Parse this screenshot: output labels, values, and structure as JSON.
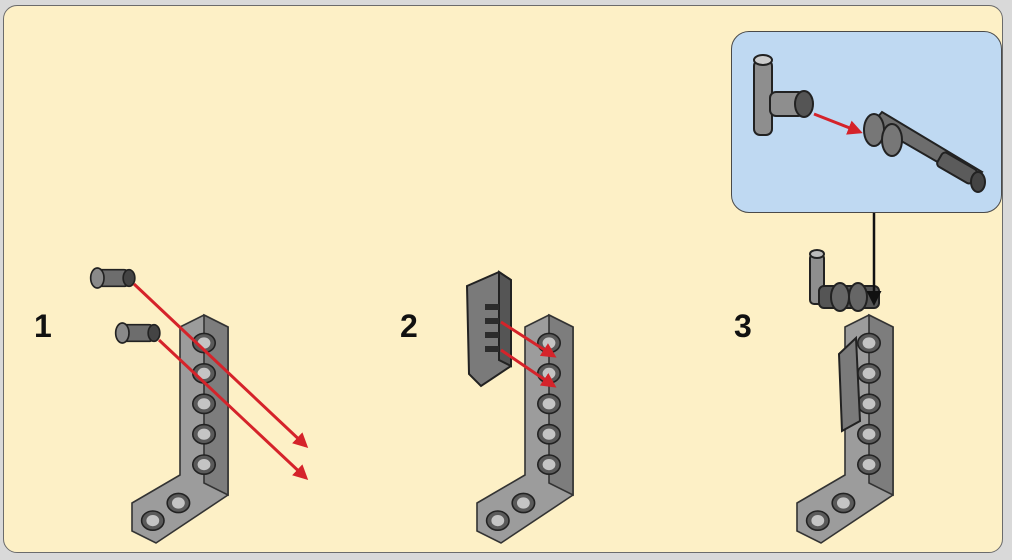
{
  "steps": [
    {
      "number": "1"
    },
    {
      "number": "2"
    },
    {
      "number": "3"
    }
  ],
  "colors": {
    "background": "#fdf0c6",
    "inset_background": "#bfd9f2",
    "beam_gray": "#9a9a9a",
    "arrow_red": "#d5232a",
    "callout_black": "#111111"
  },
  "icons": [
    "lego-l-beam-icon",
    "lego-pin-icon",
    "lego-axle-connector-icon",
    "lego-slope-brick-icon",
    "assembly-arrow-icon",
    "callout-arrow-icon"
  ]
}
